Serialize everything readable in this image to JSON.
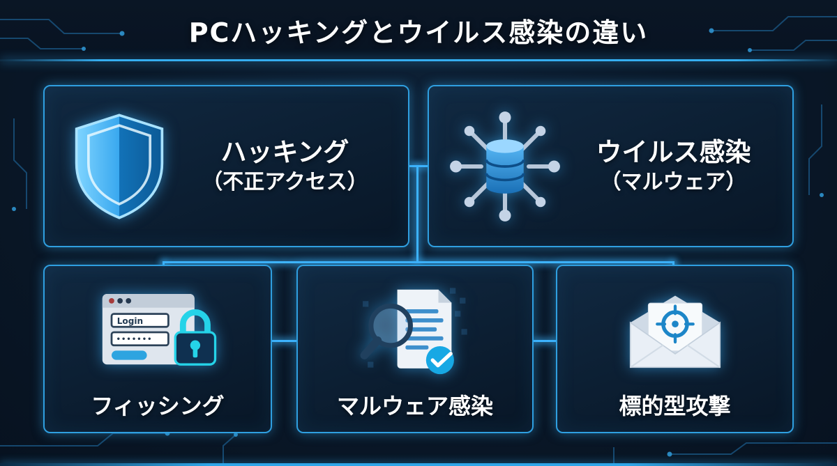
{
  "header": {
    "title": "PCハッキングとウイルス感染の違い"
  },
  "top_cards": [
    {
      "title": "ハッキング",
      "subtitle": "（不正アクセス）",
      "icon": "shield-icon"
    },
    {
      "title": "ウイルス感染",
      "subtitle": "（マルウェア）",
      "icon": "network-database-icon"
    }
  ],
  "bottom_cards": [
    {
      "label": "フィッシング",
      "icon": "phishing-login-lock-icon"
    },
    {
      "label": "マルウェア感染",
      "icon": "document-scan-check-icon"
    },
    {
      "label": "標的型攻撃",
      "icon": "envelope-target-icon"
    }
  ],
  "icons": {
    "phishing": {
      "login_text": "Login",
      "password_mask": "•••••••"
    }
  },
  "colors": {
    "background": "#0a1828",
    "header_background": "#091423",
    "card_border": "#2f9fe0",
    "connector": "#3fb5ff",
    "accent": "#35aef0",
    "text": "#ffffff"
  }
}
